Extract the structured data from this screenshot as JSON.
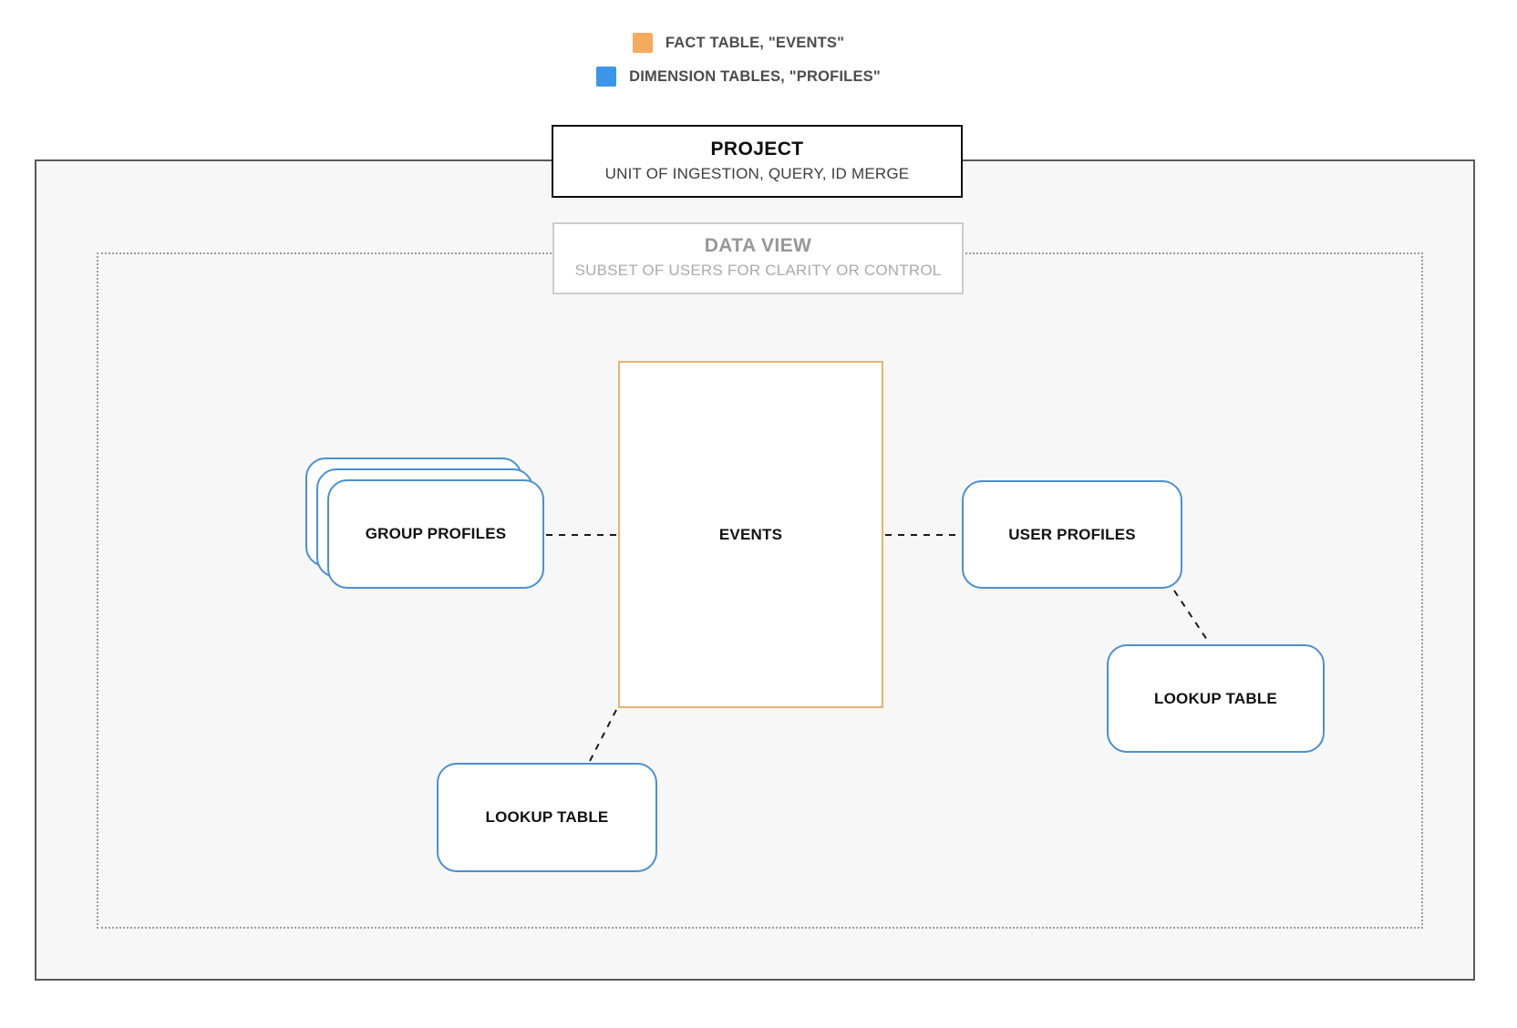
{
  "legend": {
    "items": [
      {
        "label": "FACT TABLE, \"EVENTS\"",
        "color": "#f5ab5e"
      },
      {
        "label": "DIMENSION TABLES, \"PROFILES\"",
        "color": "#3b96e8"
      }
    ]
  },
  "project": {
    "title": "PROJECT",
    "subtitle": "UNIT OF INGESTION, QUERY, ID MERGE"
  },
  "data_view": {
    "title": "DATA VIEW",
    "subtitle": "SUBSET OF USERS FOR CLARITY OR CONTROL"
  },
  "nodes": {
    "events": {
      "label": "EVENTS",
      "border_color": "#eab172"
    },
    "group_profiles": {
      "label": "GROUP PROFILES",
      "border_color": "#4a90d0"
    },
    "user_profiles": {
      "label": "USER PROFILES",
      "border_color": "#4a90d0"
    },
    "lookup_table_right": {
      "label": "LOOKUP TABLE",
      "border_color": "#4a90d0"
    },
    "lookup_table_bottom": {
      "label": "LOOKUP TABLE",
      "border_color": "#4a90d0"
    }
  }
}
